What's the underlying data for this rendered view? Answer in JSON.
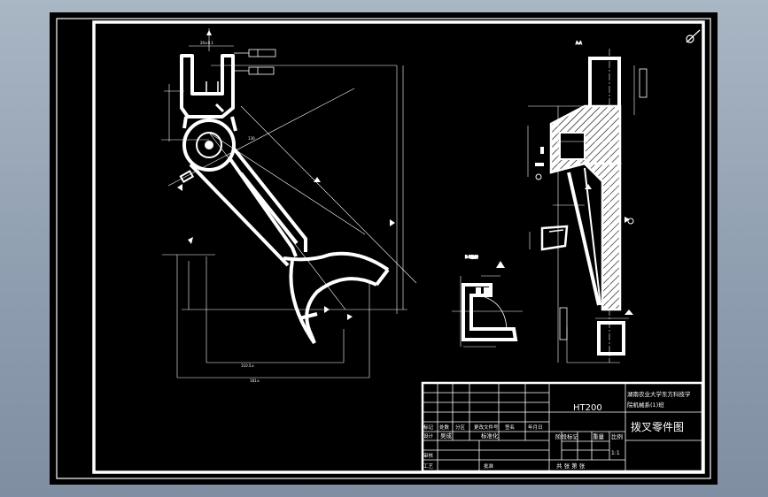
{
  "drawing": {
    "title_block": {
      "material": "HT200",
      "school_line1": "湖南农业大学东方科技学",
      "school_line2": "院机械系(1)班",
      "drawing_title": "拨叉零件图",
      "row_labels": {
        "revision_header": [
          "标记",
          "处数",
          "分区",
          "更改文件号",
          "签名",
          "年月日"
        ],
        "design_row": [
          "设计",
          "吴成",
          "标准化"
        ],
        "review": "审核",
        "process": "工艺",
        "approve": "批准",
        "stage_mark": "阶段标记",
        "weight": "重量",
        "scale_label": "比例",
        "scale_value": "1:1",
        "sheet_info": "共  张  第  张"
      }
    },
    "views": {
      "section_label": "A-A",
      "detail_label": "B-B旋转"
    },
    "dimensions": {
      "top_width": "20±0.1",
      "total_width": "181±",
      "inner_width": "110.5±",
      "angle_130": "130"
    },
    "colors": {
      "background": "#000000",
      "frame": "#ffffff",
      "dimension": "#ffffff",
      "hatch": "#ffffff"
    }
  }
}
